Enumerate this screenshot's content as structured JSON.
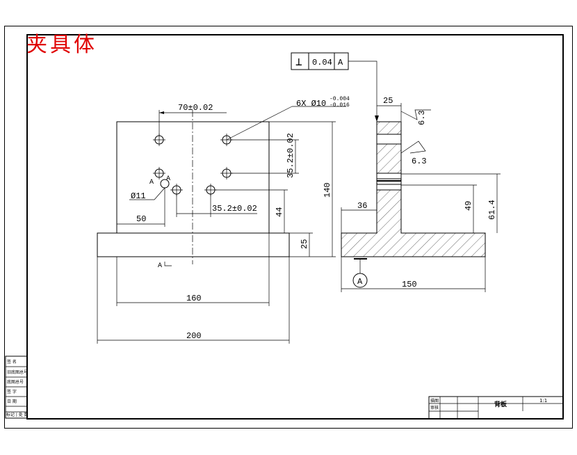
{
  "drawing": {
    "title": "夹具体",
    "title_color": "#e00000",
    "part_name": "背板",
    "scale": "1:1"
  },
  "front_view": {
    "dims": {
      "hole_spacing_x": "70±0.02",
      "holes_callout": "6X  Ø10",
      "holes_tol_upper": "-0.004",
      "holes_tol_lower": "-0.016",
      "hole_spacing_y": "35.2±0.02",
      "hole_spacing_bottom": "35.2±0.02",
      "pin_diameter": "Ø11",
      "left_offset": "50",
      "height_44": "44",
      "height_140": "140",
      "base_height": "25",
      "plate_width": "160",
      "base_width": "200"
    },
    "section_label_a1": "A",
    "section_label_a2": "A",
    "section_label_a3": "A"
  },
  "side_view": {
    "tolerance_frame": {
      "symbol": "⊥",
      "value": "0.04",
      "datum": "A"
    },
    "dims": {
      "thickness": "25",
      "roughness_top": "6.3",
      "roughness_side": "6.3",
      "dim_36": "36",
      "dim_49": "49",
      "dim_61_4": "61.4",
      "dim_150": "150"
    },
    "datum_label": "A"
  },
  "title_block": {
    "left_rows": [
      "签 名",
      "旧底图总号",
      "底图总号",
      "签 字",
      "日 期",
      "标记 | 处 数"
    ],
    "row1_label": "描图",
    "row2_label": "审核"
  }
}
